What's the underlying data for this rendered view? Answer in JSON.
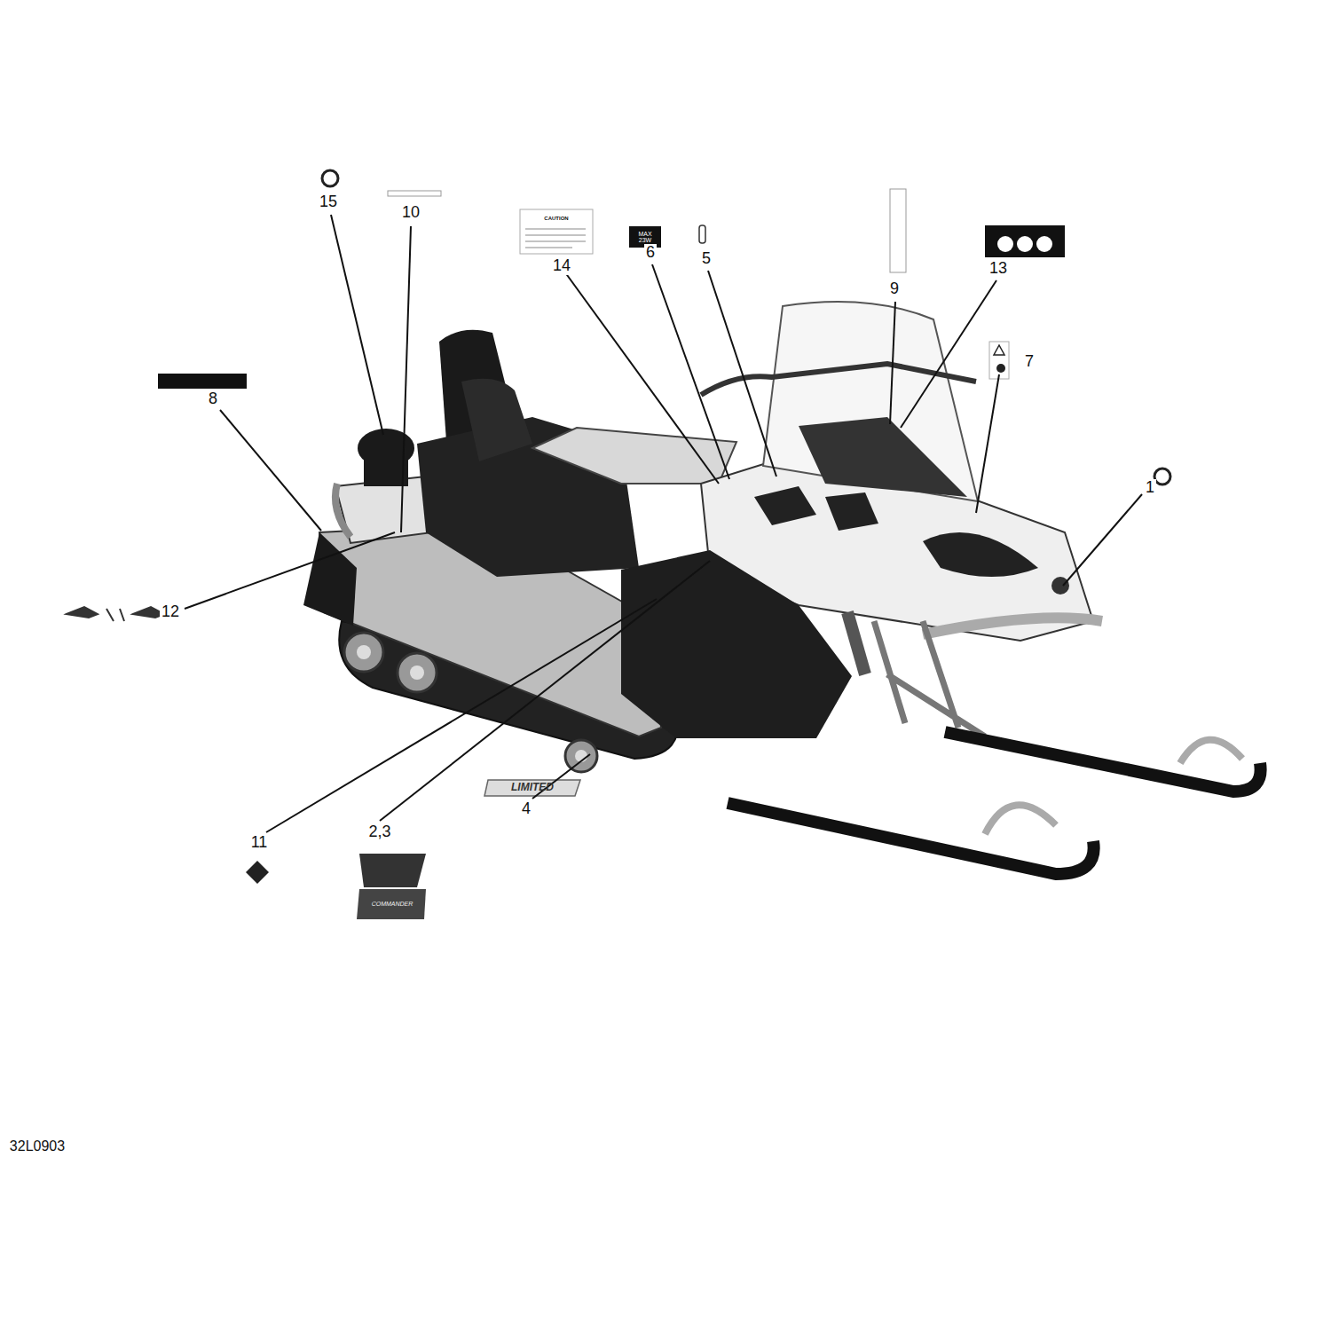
{
  "diagram": {
    "labels": [
      "15",
      "10",
      "14",
      "6",
      "5",
      "9",
      "13",
      "8",
      "7",
      "1",
      "12",
      "11",
      "2,3",
      "4",
      "32L0903",
      "LIMITED",
      "MAX 23W",
      "COMMANDER",
      "CAUTION"
    ]
  }
}
